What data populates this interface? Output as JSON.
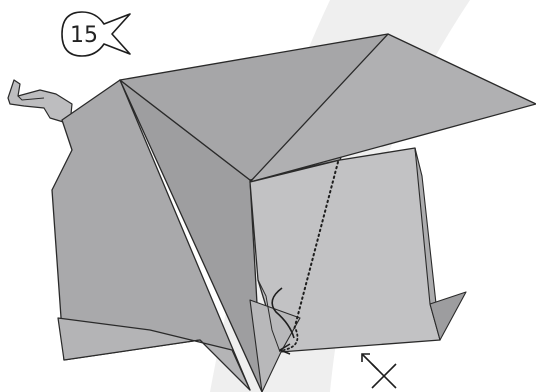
{
  "diagram": {
    "step_number": "15",
    "colors": {
      "background": "#ffffff",
      "watermark": "#efefef",
      "paper_main": "#a7a7a9",
      "paper_light": "#c2c2c4",
      "paper_dark": "#8f8f91",
      "outline": "#2a2a2a"
    },
    "icons": {
      "step_marker": "step-number-badge",
      "fold_line": "valley-fold-dotted-line",
      "fold_arrow": "fold-arrow",
      "view_marker": "view-direction-cross"
    }
  }
}
